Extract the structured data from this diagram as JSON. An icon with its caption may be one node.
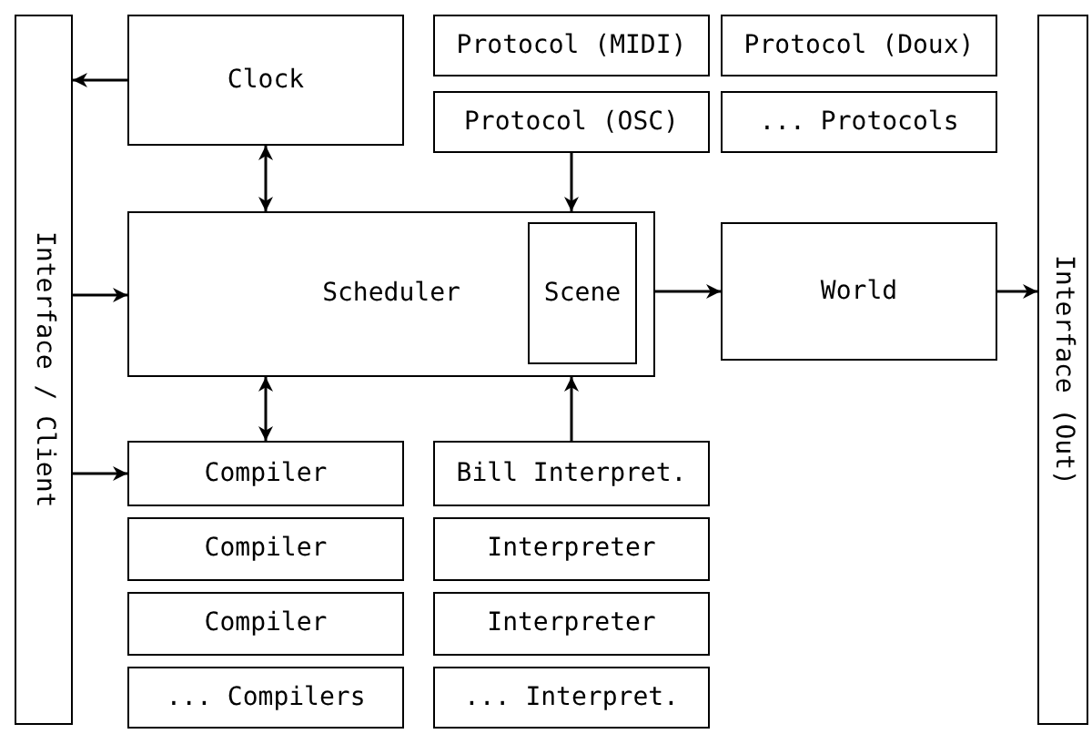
{
  "diagram": {
    "nodes": [
      {
        "text": [
          "Interface / Client"
        ]
      },
      {
        "text": [
          "Clock"
        ]
      },
      {
        "text": [
          "Protocol (MIDI)"
        ]
      },
      {
        "text": [
          "Protocol (Doux)"
        ]
      },
      {
        "text": [
          "Protocol (OSC)"
        ]
      },
      {
        "text": [
          "... Protocols"
        ]
      },
      {
        "text": [
          "Scheduler"
        ]
      },
      {
        "text": [
          "Scene"
        ],
        "in": 6
      },
      {
        "text": [
          "World"
        ]
      },
      {
        "text": [
          "Interface (Out)"
        ]
      },
      {
        "text": [
          "Compiler"
        ]
      },
      {
        "text": [
          "Compiler"
        ]
      },
      {
        "text": [
          "Compiler"
        ]
      },
      {
        "text": [
          "... Compilers"
        ]
      },
      {
        "text": [
          "Bill Interpret."
        ]
      },
      {
        "text": [
          "Interpreter"
        ]
      },
      {
        "text": [
          "Interpreter"
        ]
      },
      {
        "text": [
          "... Interpret."
        ]
      }
    ],
    "edges": [
      {
        "from": 1,
        "to": 0,
        "arrow": "to"
      },
      {
        "from": 1,
        "to": 6,
        "arrow": "both"
      },
      {
        "from": 4,
        "to": 6,
        "arrow": "to"
      },
      {
        "from": 0,
        "to": 6,
        "arrow": "to"
      },
      {
        "from": 6,
        "to": 8,
        "arrow": "to"
      },
      {
        "from": 8,
        "to": 9,
        "arrow": "to"
      },
      {
        "from": 6,
        "to": 10,
        "arrow": "both"
      },
      {
        "from": 14,
        "to": 6,
        "arrow": "to"
      },
      {
        "from": 0,
        "to": 10,
        "arrow": "to"
      }
    ]
  }
}
